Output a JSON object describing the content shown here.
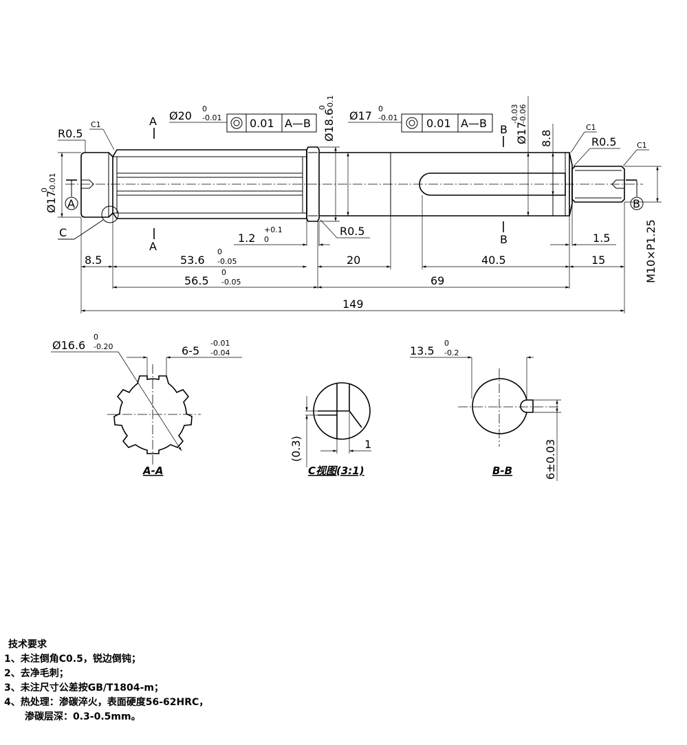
{
  "sections": {
    "aa": {
      "label": "A-A",
      "dia": "Ø16.6",
      "dia_tol_up": "0",
      "dia_tol_lo": "-0.20",
      "spline": "6-5",
      "spline_tol_up": "-0.01",
      "spline_tol_lo": "-0.04"
    },
    "c": {
      "label": "C视图(3:1)",
      "depth": "(0.3)",
      "width": "1"
    },
    "bb": {
      "label": "B-B",
      "depth": "13.5",
      "depth_tol_up": "0",
      "depth_tol_lo": "-0.2",
      "width": "6±0.03"
    }
  },
  "main": {
    "left_dia": "Ø17",
    "left_dia_tol_up": "0",
    "left_dia_tol_lo": "-0.01",
    "r_left": "R0.5",
    "c_left": "C1",
    "c_label": "C",
    "sec_a": "A",
    "sec_b": "B",
    "dia20": "Ø20",
    "dia20_up": "0",
    "dia20_lo": "-0.01",
    "fcf1": {
      "val": "0.01",
      "datum": "A—B"
    },
    "dia186": "Ø18.6",
    "dia186_up": "0",
    "dia186_lo": "-0.1",
    "dia17b": "Ø17",
    "dia17b_up": "0",
    "dia17b_lo": "-0.01",
    "fcf2": {
      "val": "0.01",
      "datum": "A—B"
    },
    "dia17c": "Ø17",
    "dia17c_up": "-0.03",
    "dia17c_lo": "-0.06",
    "h88": "8.8",
    "c_right1": "C1",
    "r_right": "R0.5",
    "c_right2": "C1",
    "datum_a": "A",
    "datum_b": "B",
    "groove": "1.2",
    "groove_up": "+0.1",
    "groove_lo": "0",
    "r_mid": "R0.5",
    "d15": "1.5",
    "thread": "M10×P1.25",
    "d85": "8.5",
    "d536": "53.6",
    "d536_up": "0",
    "d536_lo": "-0.05",
    "d20": "20",
    "d405": "40.5",
    "d15b": "15",
    "d565": "56.5",
    "d565_up": "0",
    "d565_lo": "-0.05",
    "d69": "69",
    "d149": "149"
  },
  "notes": {
    "title": "技术要求",
    "items": [
      "1、未注倒角C0.5，锐边倒钝；",
      "2、去净毛刺；",
      "3、未注尺寸公差按GB/T1804-m；",
      "4、热处理：渗碳淬火，表面硬度56-62HRC，"
    ],
    "cont": "渗碳层深：0.3-0.5mm。"
  }
}
